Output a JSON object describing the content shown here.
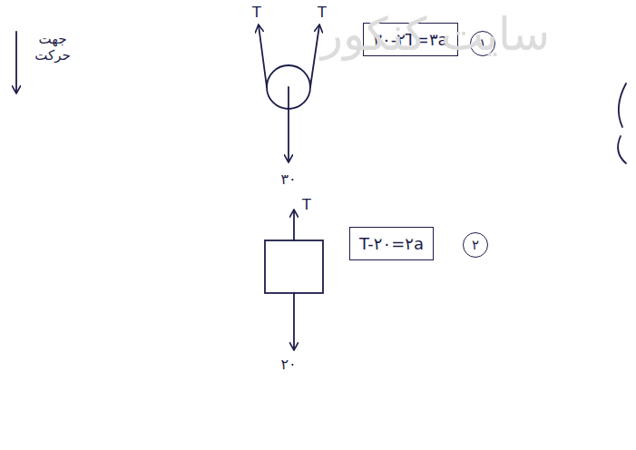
{
  "diagram": {
    "nodes": [
      {
        "text": [
          "۳۰-۲T=۳a"
        ]
      },
      {
        "text": [
          "۱"
        ]
      },
      {
        "text": [
          "T-۲۰=۲a"
        ]
      },
      {
        "text": [
          "۲"
        ]
      }
    ],
    "labels": [
      "سایت کنکور",
      "جهت حرکت",
      "T",
      "T",
      "۳۰",
      "T",
      "۲۰"
    ]
  }
}
